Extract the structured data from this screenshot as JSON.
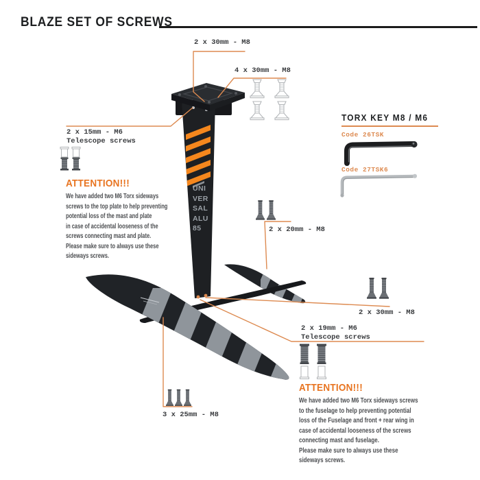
{
  "header": {
    "title": "BLAZE SET OF SCREWS"
  },
  "screw_labels": {
    "mast_top": "2 x 30mm - M8",
    "plate": "4 x 30mm - M8",
    "telescope_top_1": "2 x 15mm - M6",
    "telescope_top_2": "Telescope screws",
    "stabilizer": "2 x 20mm - M8",
    "fuselage": "2 x 30mm - M8",
    "telescope_bottom_1": "2 x 19mm - M6",
    "telescope_bottom_2": "Telescope screws",
    "front_wing": "3 x 25mm - M8"
  },
  "torx": {
    "heading": "TORX KEY M8 / M6",
    "key1_code": "Code 26TSK",
    "key2_code": "Code 27TSK6"
  },
  "attention_top": {
    "heading": "ATTENTION!!!",
    "body": "We have added two M6 Torx sideways\nscrews to the top plate to help preventing\npotential loss of the mast and plate\nin case of accidental looseness of the\nscrews connecting mast and plate.\nPlease make sure to always use these\nsideways screws."
  },
  "attention_bottom": {
    "heading": "ATTENTION!!!",
    "body": "We have added two M6 Torx sideways screws\nto the fuselage to help preventing  potential\nloss of the  Fuselage and front + rear wing in\ncase of accidental looseness of the screws\nconnecting mast and fuselage.\nPlease make sure to always use these\nsideways screws."
  },
  "mast": {
    "lines": [
      "UNI",
      "VER",
      "SAL",
      "ALU",
      "85"
    ]
  },
  "colors": {
    "accent": "#dd8a50",
    "attention": "#e87420",
    "stripe": "#f5871d",
    "text": "#3a3c3f"
  }
}
